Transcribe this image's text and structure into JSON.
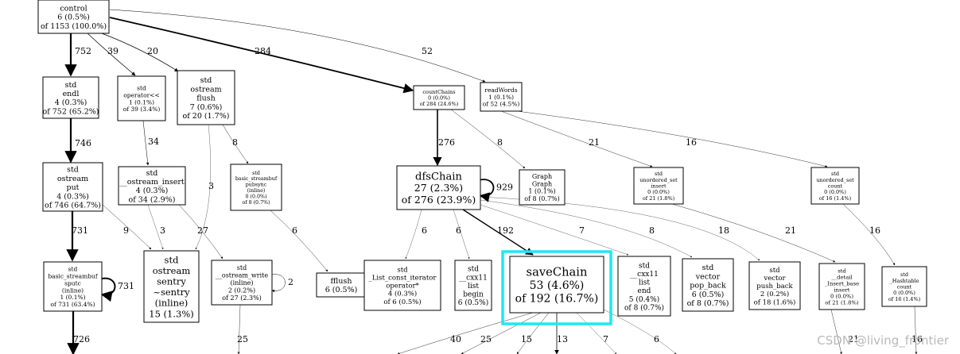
{
  "nodes": [
    {
      "id": "control",
      "lines": [
        "control",
        "6 (0.5%)",
        "of 1153 (100.0%)"
      ]
    },
    {
      "id": "endl",
      "lines": [
        "std",
        "endl",
        "4 (0.3%)",
        "of 752 (65.2%)"
      ]
    },
    {
      "id": "operator_lshift",
      "lines": [
        "std",
        "operator<<",
        "1 (0.1%)",
        "of 39 (3.4%)"
      ]
    },
    {
      "id": "ostream_flush",
      "lines": [
        "std",
        "ostream",
        "flush",
        "7 (0.6%)",
        "of 20 (1.7%)"
      ]
    },
    {
      "id": "countChains",
      "lines": [
        "countChains",
        "0 (0.0%)",
        "of 284 (24.6%)"
      ]
    },
    {
      "id": "readWords",
      "lines": [
        "readWords",
        "1 (0.1%)",
        "of 52 (4.5%)"
      ]
    },
    {
      "id": "ostream_put",
      "lines": [
        "std",
        "ostream",
        "put",
        "4 (0.3%)",
        "of 746 (64.7%)"
      ]
    },
    {
      "id": "ostream_insert",
      "lines": [
        "std",
        "__ostream_insert",
        "4 (0.3%)",
        "of 34 (2.9%)"
      ]
    },
    {
      "id": "streambuf_pubsync",
      "lines": [
        "std",
        "basic_streambuf",
        "pubsync",
        "(inline)",
        "0 (0.0%)",
        "of 8 (0.7%)"
      ]
    },
    {
      "id": "dfsChain",
      "lines": [
        "dfsChain",
        "27 (2.3%)",
        "of 276 (23.9%)"
      ]
    },
    {
      "id": "graph_ctor",
      "lines": [
        "Graph",
        "Graph",
        "1 (0.1%)",
        "of 8 (0.7%)"
      ]
    },
    {
      "id": "uset_insert",
      "lines": [
        "std",
        "unordered_set",
        "insert",
        "0 (0.0%)",
        "of 21 (1.8%)"
      ]
    },
    {
      "id": "uset_count",
      "lines": [
        "std",
        "unordered_set",
        "count",
        "0 (0.0%)",
        "of 16 (1.4%)"
      ]
    },
    {
      "id": "streambuf_sputc",
      "lines": [
        "std",
        "basic_streambuf",
        "sputc",
        "(inline)",
        "1 (0.1%)",
        "of 731 (63.4%)"
      ]
    },
    {
      "id": "sentry",
      "lines": [
        "std",
        "ostream",
        "sentry",
        "~sentry",
        "(inline)",
        "15 (1.3%)"
      ]
    },
    {
      "id": "ostream_write",
      "lines": [
        "std",
        "__ostream_write",
        "(inline)",
        "2 (0.2%)",
        "of 27 (2.3%)"
      ]
    },
    {
      "id": "fflush",
      "lines": [
        "fflush",
        "6 (0.5%)"
      ]
    },
    {
      "id": "list_iter_deref",
      "lines": [
        "std",
        "_List_const_iterator",
        "operator*",
        "4 (0.3%)",
        "of 6 (0.5%)"
      ]
    },
    {
      "id": "list_begin",
      "lines": [
        "std",
        "__cxx11",
        "list",
        "begin",
        "6 (0.5%)"
      ]
    },
    {
      "id": "saveChain",
      "lines": [
        "saveChain",
        "53 (4.6%)",
        "of 192 (16.7%)"
      ]
    },
    {
      "id": "list_end",
      "lines": [
        "std",
        "__cxx11",
        "list",
        "end",
        "5 (0.4%)",
        "of 8 (0.7%)"
      ]
    },
    {
      "id": "vector_pop_back",
      "lines": [
        "std",
        "vector",
        "pop_back",
        "6 (0.5%)",
        "of 8 (0.7%)"
      ]
    },
    {
      "id": "vector_push_back",
      "lines": [
        "std",
        "vector",
        "push_back",
        "2 (0.2%)",
        "of 18 (1.6%)"
      ]
    },
    {
      "id": "insert_base",
      "lines": [
        "std",
        "__detail",
        "_Insert_base",
        "insert",
        "0 (0.0%)",
        "of 21 (1.8%)"
      ]
    },
    {
      "id": "hashtable_count",
      "lines": [
        "std",
        "_Hashtable",
        "count",
        "0 (0.0%)",
        "of 16 (1.4%)"
      ]
    }
  ],
  "edges": [
    {
      "from": "control",
      "to": "endl",
      "label": "752"
    },
    {
      "from": "control",
      "to": "operator_lshift",
      "label": "39"
    },
    {
      "from": "control",
      "to": "ostream_flush",
      "label": "20"
    },
    {
      "from": "control",
      "to": "countChains",
      "label": "284"
    },
    {
      "from": "control",
      "to": "readWords",
      "label": "52"
    },
    {
      "from": "endl",
      "to": "ostream_put",
      "label": "746"
    },
    {
      "from": "operator_lshift",
      "to": "ostream_insert",
      "label": "34"
    },
    {
      "from": "ostream_flush",
      "to": "sentry",
      "label": "3"
    },
    {
      "from": "ostream_flush",
      "to": "streambuf_pubsync",
      "label": "8"
    },
    {
      "from": "countChains",
      "to": "dfsChain",
      "label": "276"
    },
    {
      "from": "countChains",
      "to": "graph_ctor",
      "label": "8"
    },
    {
      "from": "readWords",
      "to": "uset_insert",
      "label": "21"
    },
    {
      "from": "readWords",
      "to": "uset_count",
      "label": "16"
    },
    {
      "from": "ostream_put",
      "to": "streambuf_sputc",
      "label": "731"
    },
    {
      "from": "ostream_put",
      "to": "sentry",
      "label": "9"
    },
    {
      "from": "ostream_insert",
      "to": "sentry",
      "label": "3"
    },
    {
      "from": "ostream_insert",
      "to": "ostream_write",
      "label": "27"
    },
    {
      "from": "streambuf_pubsync",
      "to": "fflush",
      "label": "6"
    },
    {
      "from": "dfsChain",
      "to": "dfsChain",
      "label": "929"
    },
    {
      "from": "dfsChain",
      "to": "list_iter_deref",
      "label": "6"
    },
    {
      "from": "dfsChain",
      "to": "list_begin",
      "label": "6"
    },
    {
      "from": "dfsChain",
      "to": "saveChain",
      "label": "192"
    },
    {
      "from": "dfsChain",
      "to": "list_end",
      "label": "7"
    },
    {
      "from": "dfsChain",
      "to": "vector_pop_back",
      "label": "8"
    },
    {
      "from": "dfsChain",
      "to": "vector_push_back",
      "label": "18"
    },
    {
      "from": "uset_insert",
      "to": "insert_base",
      "label": "21"
    },
    {
      "from": "uset_count",
      "to": "hashtable_count",
      "label": "16"
    },
    {
      "from": "streambuf_sputc",
      "to": "streambuf_sputc",
      "label": "731"
    },
    {
      "from": "ostream_write",
      "to": "ostream_write",
      "label": "2"
    },
    {
      "from": "streambuf_sputc",
      "to": "offscreen",
      "label": "726"
    },
    {
      "from": "ostream_write",
      "to": "offscreen",
      "label": "25"
    },
    {
      "from": "saveChain",
      "to": "offscreen",
      "label": "40"
    },
    {
      "from": "saveChain",
      "to": "offscreen",
      "label": "25"
    },
    {
      "from": "saveChain",
      "to": "offscreen",
      "label": "15"
    },
    {
      "from": "saveChain",
      "to": "offscreen",
      "label": "13"
    },
    {
      "from": "saveChain",
      "to": "offscreen",
      "label": "7"
    },
    {
      "from": "saveChain",
      "to": "offscreen",
      "label": "6"
    },
    {
      "from": "insert_base",
      "to": "offscreen",
      "label": "21"
    },
    {
      "from": "hashtable_count",
      "to": "offscreen",
      "label": "16"
    }
  ],
  "highlight": {
    "node": "saveChain",
    "color": "#1ee8f0"
  },
  "watermark": "CSDN @living_frontier"
}
